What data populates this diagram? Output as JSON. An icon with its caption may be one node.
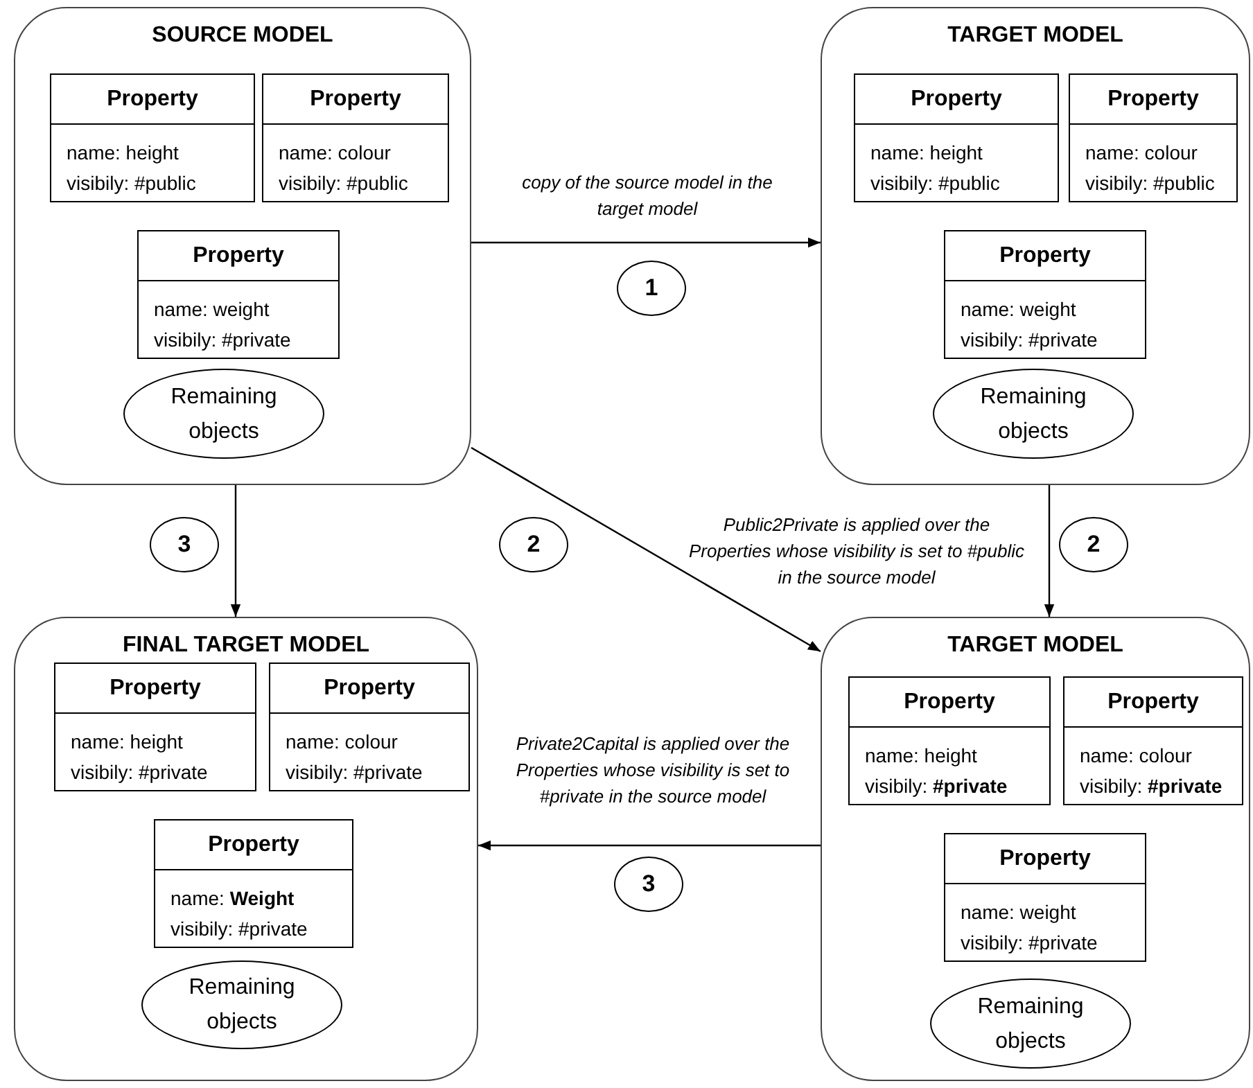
{
  "diagram": {
    "nodes": [
      {
        "text": [
          "SOURCE MODEL"
        ]
      },
      {
        "text": [
          "Property",
          "name: height",
          "visibily: #public"
        ],
        "in": 0
      },
      {
        "text": [
          "Property",
          "name: colour",
          "visibily: #public"
        ],
        "in": 0
      },
      {
        "text": [
          "Property",
          "name: weight",
          "visibily: #private"
        ],
        "in": 0
      },
      {
        "text": [
          "Remaining objects"
        ],
        "in": 0
      },
      {
        "text": [
          "TARGET MODEL"
        ]
      },
      {
        "text": [
          "Property",
          "name: height",
          "visibily: #public"
        ],
        "in": 5
      },
      {
        "text": [
          "Property",
          "name: colour",
          "visibily: #public"
        ],
        "in": 5
      },
      {
        "text": [
          "Property",
          "name: weight",
          "visibily: #private"
        ],
        "in": 5
      },
      {
        "text": [
          "Remaining objects"
        ],
        "in": 5
      },
      {
        "text": [
          "FINAL TARGET MODEL"
        ]
      },
      {
        "text": [
          "Property",
          "name: height",
          "visibily: #private"
        ],
        "in": 10
      },
      {
        "text": [
          "Property",
          "name: colour",
          "visibily: #private"
        ],
        "in": 10
      },
      {
        "text": [
          "Property",
          "name: **Weight**",
          "visibily: #private"
        ],
        "in": 10
      },
      {
        "text": [
          "Remaining objects"
        ],
        "in": 10
      },
      {
        "text": [
          "TARGET MODEL"
        ]
      },
      {
        "text": [
          "Property",
          "name: height",
          "visibily: **#private**"
        ],
        "in": 15
      },
      {
        "text": [
          "Property",
          "name: colour",
          "visibily: **#private**"
        ],
        "in": 15
      },
      {
        "text": [
          "Property",
          "name: weight",
          "visibily: #private"
        ],
        "in": 15
      },
      {
        "text": [
          "Remaining objects"
        ],
        "in": 15
      },
      {
        "text": [
          "1"
        ]
      },
      {
        "text": [
          "2"
        ]
      },
      {
        "text": [
          "2"
        ]
      },
      {
        "text": [
          "3"
        ]
      },
      {
        "text": [
          "3"
        ]
      }
    ],
    "edges": [
      {
        "from": 0,
        "to": 5,
        "arrow": "to",
        "label": "copy of the source model in the target model"
      },
      {
        "from": 0,
        "to": 15,
        "arrow": "to",
        "label": "Public2Private is applied over the Properties whose visibility is set to #public in the source model"
      },
      {
        "from": 5,
        "to": 15,
        "arrow": "to"
      },
      {
        "from": 0,
        "to": 10,
        "arrow": "to"
      },
      {
        "from": 15,
        "to": 10,
        "arrow": "to",
        "label": "Private2Capital is applied over the Properties whose visibility is set to #private in the source model"
      }
    ]
  }
}
